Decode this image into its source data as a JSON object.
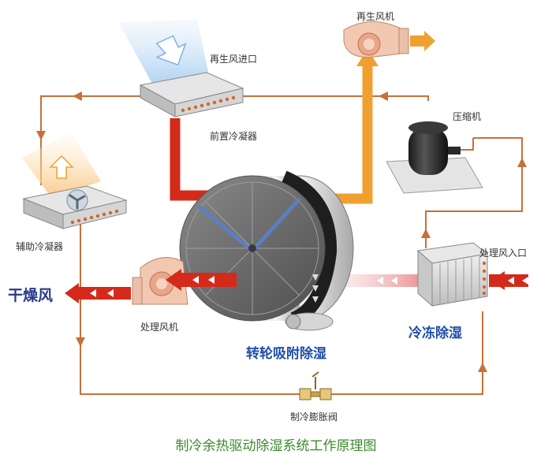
{
  "diagram": {
    "caption": "制冷余热驱动除湿系统工作原理图",
    "labels": {
      "regen_fan": "再生风机",
      "regen_air_inlet": "再生风进口",
      "pre_condenser": "前置冷凝器",
      "compressor": "压缩机",
      "aux_condenser": "辅助冷凝器",
      "process_air_inlet": "处理风入口",
      "dry_air": "干燥风",
      "process_fan": "处理风机",
      "wheel_dehumid": "转轮吸附除湿",
      "cooling_dehumid": "冷冻除湿",
      "expansion_valve": "制冷膨胀阀"
    }
  },
  "colors": {
    "pipe": "#c8703a",
    "hot_air": "#d42a1a",
    "regen_out": "#f0a030",
    "process_in": "#f0a0a0",
    "caption": "#3a8a2a",
    "label_blue": "#1e4ea8"
  },
  "icons": [
    "fan-icon",
    "compressor-icon",
    "wheel-icon",
    "valve-icon",
    "arrow-icon"
  ]
}
